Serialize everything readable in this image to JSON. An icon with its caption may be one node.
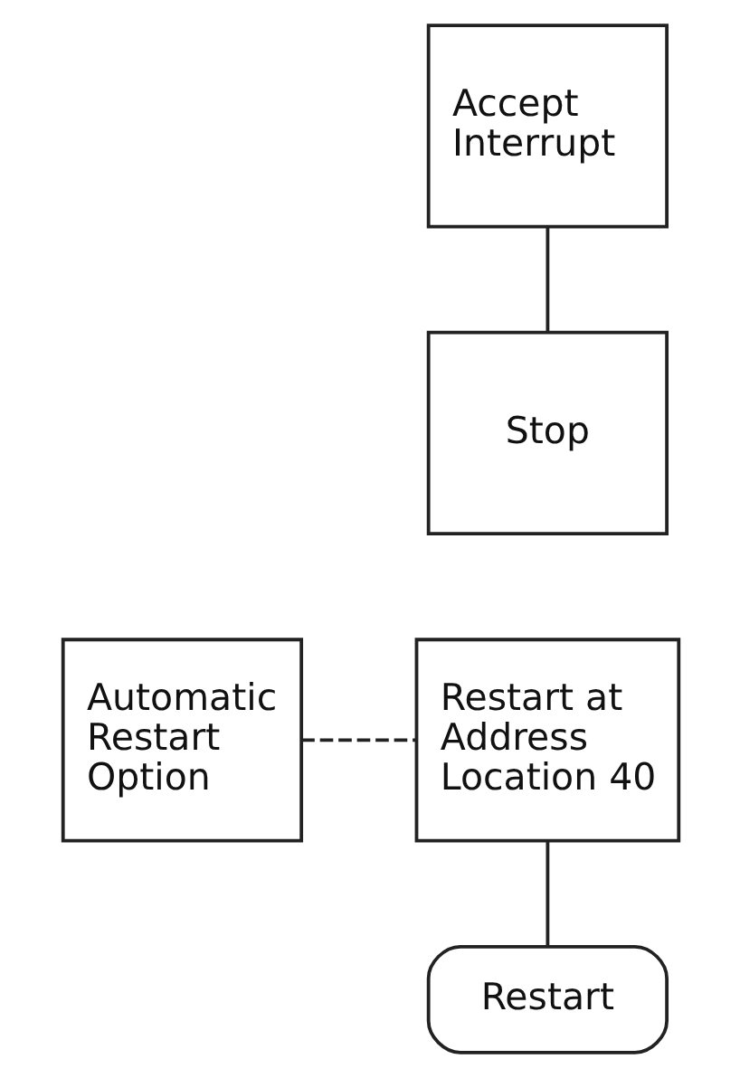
{
  "diagram": {
    "nodes": [
      {
        "text": [
          "Accept Interrupt"
        ]
      },
      {
        "text": [
          "Stop"
        ]
      },
      {
        "text": [
          "Automatic Restart Option"
        ]
      },
      {
        "text": [
          "Restart at Address Location 40"
        ]
      },
      {
        "text": [
          "Restart"
        ]
      }
    ],
    "edges": [
      {
        "from": 0,
        "to": 1,
        "arrow": "none"
      },
      {
        "from": 2,
        "to": 3,
        "arrow": "none",
        "style": "dashed"
      },
      {
        "from": 3,
        "to": 4,
        "arrow": "none"
      }
    ]
  }
}
